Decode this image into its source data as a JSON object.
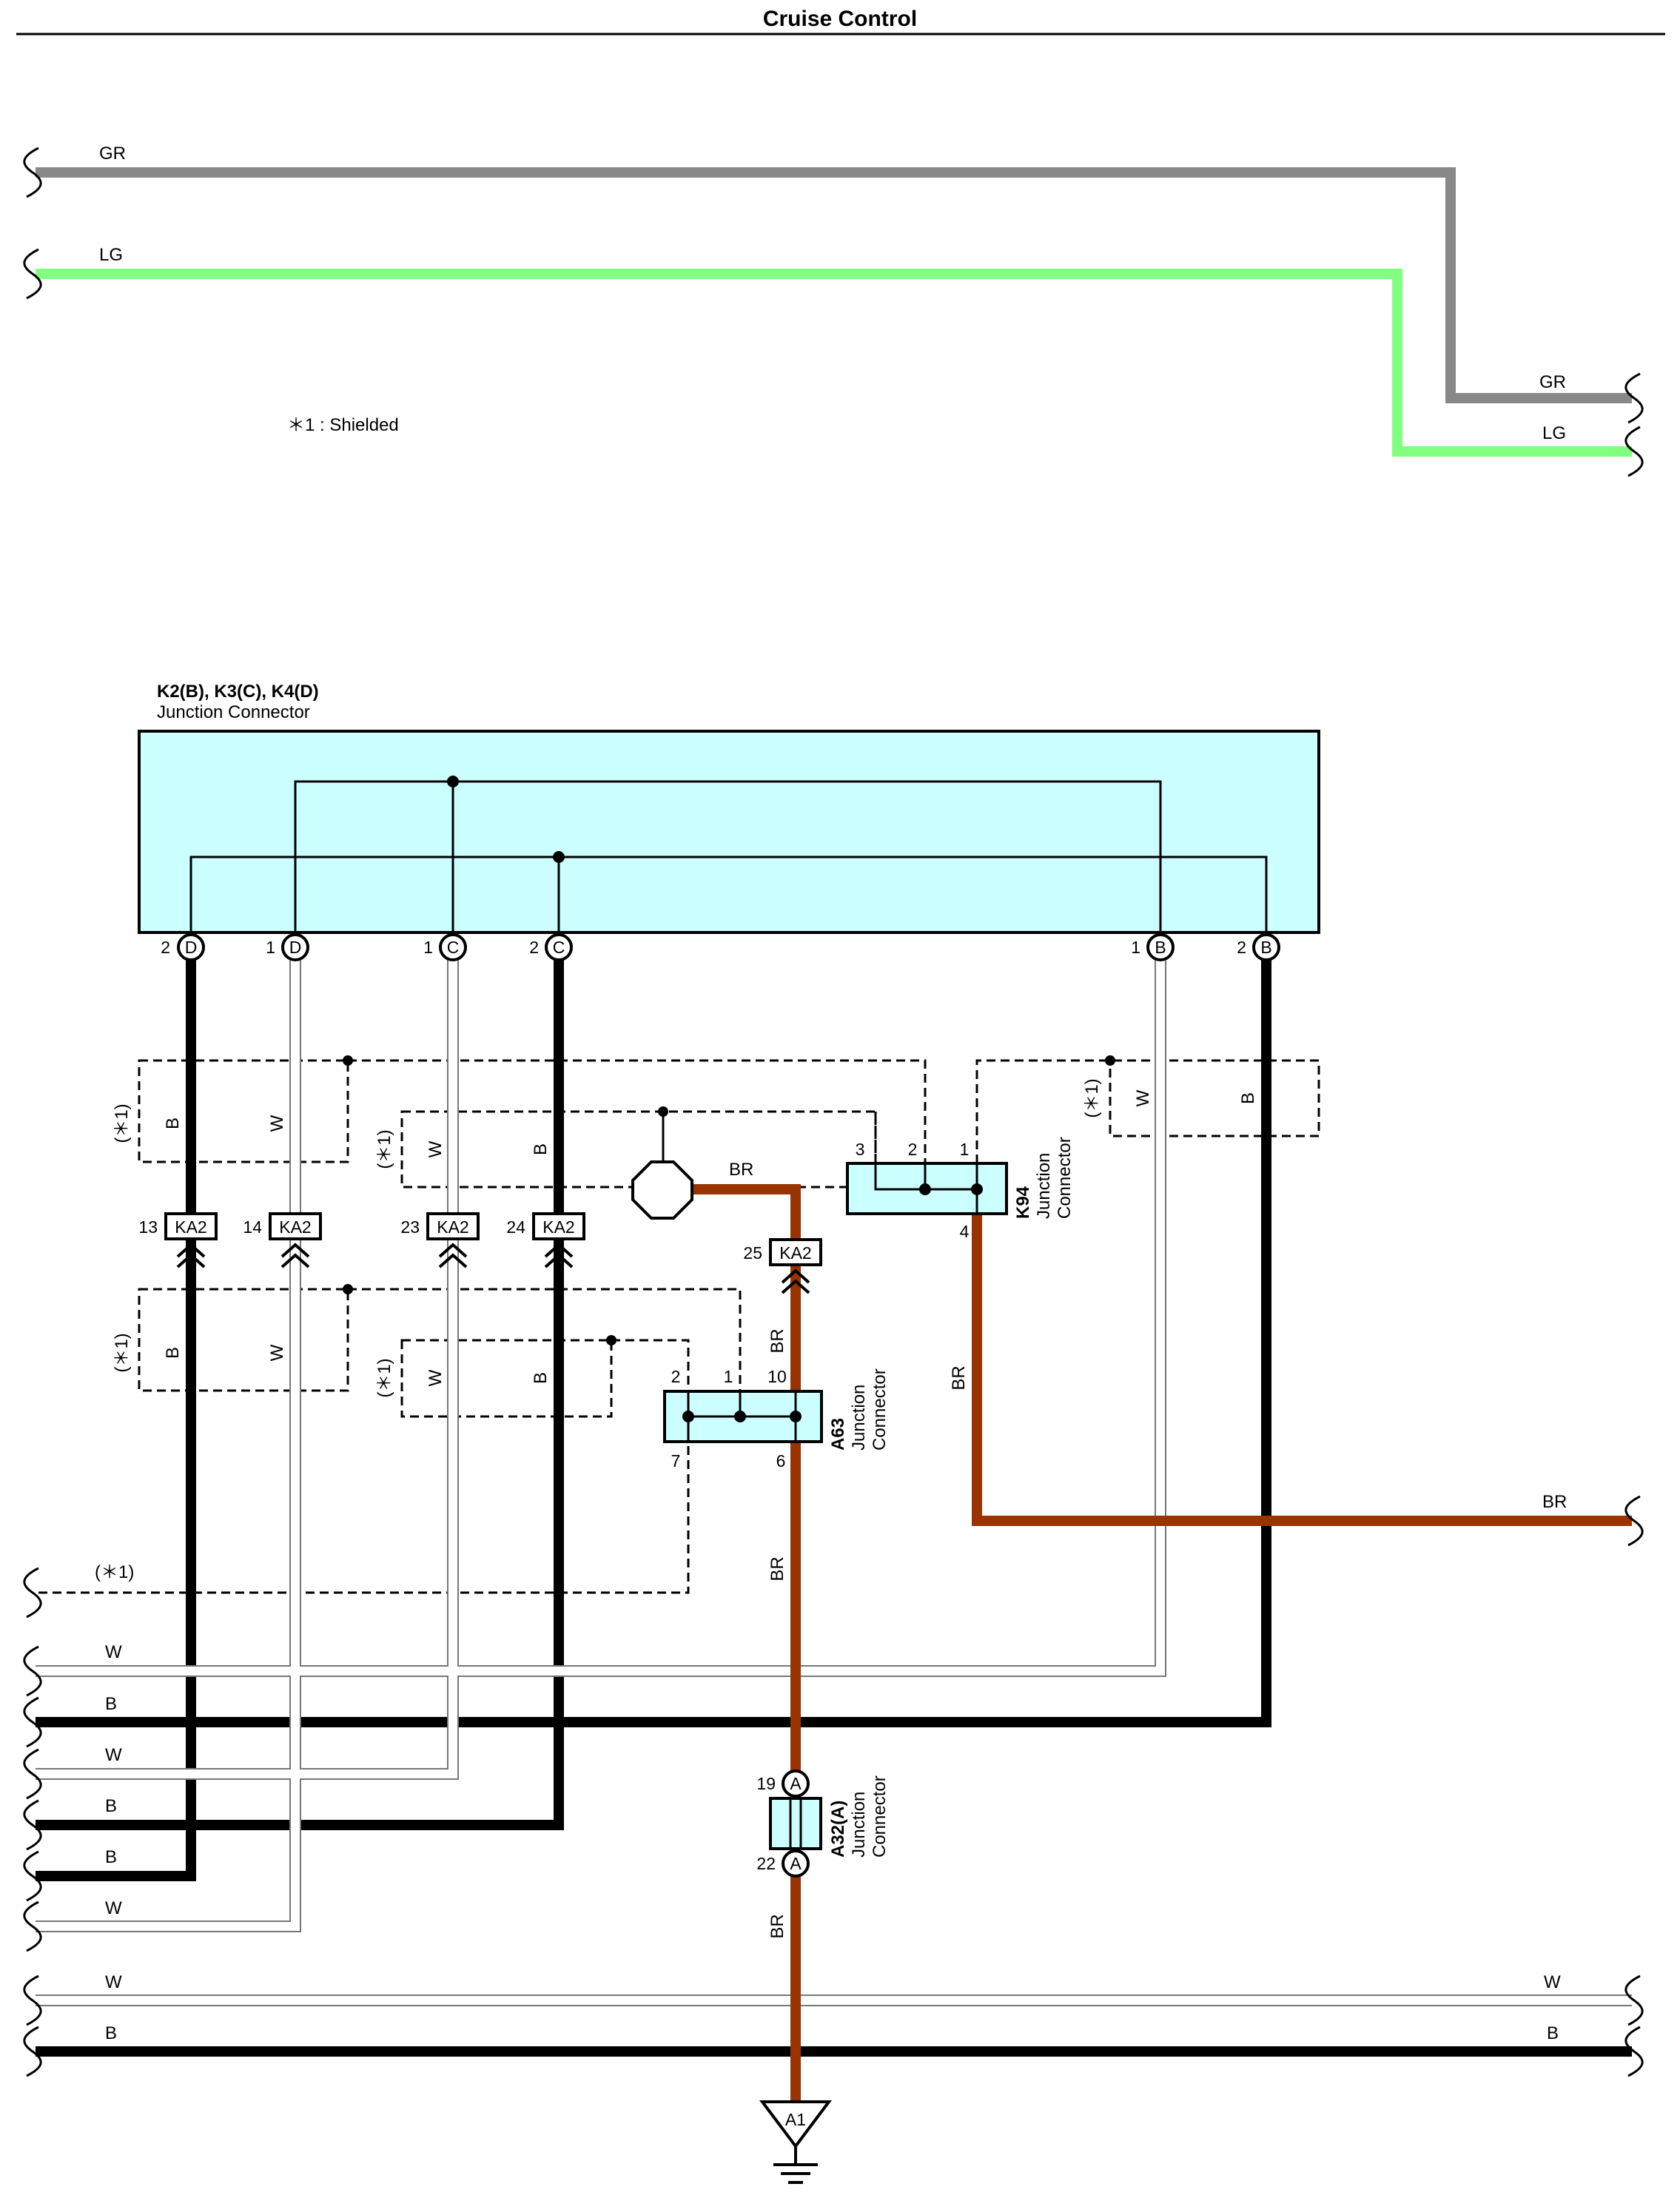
{
  "title": "Cruise Control",
  "note": "＊1 : Shielded",
  "shield_label": "(＊1)",
  "colors": {
    "GR": "#8a8a8a",
    "LG": "#80ff80",
    "BR": "#993300",
    "B": "#000000",
    "W": "#ffffff",
    "connector_fill": "#ccffff"
  },
  "wire_labels": {
    "GR": "GR",
    "LG": "LG",
    "BR": "BR",
    "B": "B",
    "W": "W"
  },
  "junction_main": {
    "name": "K2(B), K3(C), K4(D)",
    "desc": "Junction Connector",
    "pins": [
      {
        "num": "2",
        "letter": "D"
      },
      {
        "num": "1",
        "letter": "D"
      },
      {
        "num": "1",
        "letter": "C"
      },
      {
        "num": "2",
        "letter": "C"
      },
      {
        "num": "1",
        "letter": "B"
      },
      {
        "num": "2",
        "letter": "B"
      }
    ]
  },
  "ka2": {
    "name": "KA2",
    "pins": [
      "13",
      "14",
      "23",
      "24",
      "25"
    ]
  },
  "k94": {
    "name": "K94",
    "desc_line1": "Junction",
    "desc_line2": "Connector",
    "pins": [
      "3",
      "2",
      "1",
      "4"
    ]
  },
  "a63": {
    "name": "A63",
    "desc_line1": "Junction",
    "desc_line2": "Connector",
    "pins": [
      "2",
      "1",
      "10",
      "7",
      "6"
    ]
  },
  "a32": {
    "name": "A32(A)",
    "desc_line1": "Junction",
    "desc_line2": "Connector",
    "letter": "A",
    "pins": [
      "19",
      "22"
    ]
  },
  "ground": {
    "label": "A1"
  }
}
